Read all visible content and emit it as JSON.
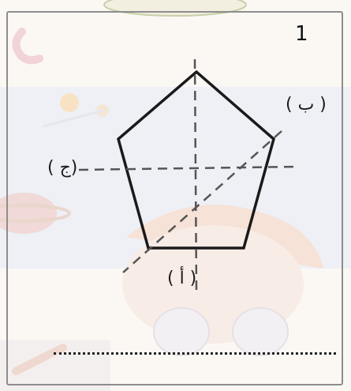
{
  "exercise_number": "1",
  "labels": {
    "a": "( أ )",
    "b": "( ب )",
    "j": "(ج )"
  },
  "colors": {
    "outline": "#1a1a1a",
    "dashed_lines": "#555555",
    "card_border": "#8d8d8d"
  }
}
